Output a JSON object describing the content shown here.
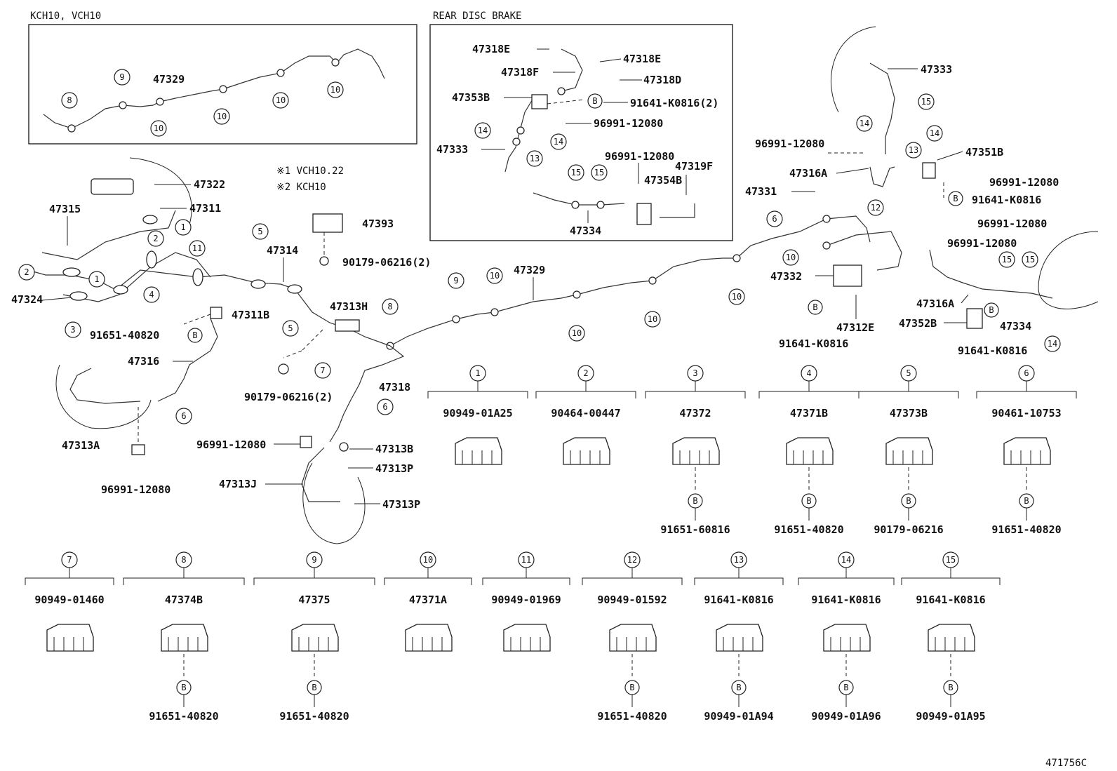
{
  "insets": {
    "kch_vch": "KCH10, VCH10",
    "rear_disc": "REAR DISC BRAKE"
  },
  "notes": {
    "note1": "※1 VCH10.22",
    "note2": "※2 KCH10"
  },
  "part_labels": {
    "p47329_inset": "47329",
    "p47318E_a": "47318E",
    "p47318E_b": "47318E",
    "p47318F": "47318F",
    "p47318D": "47318D",
    "p47353B": "47353B",
    "p91641_K0816_2": "91641-K0816(2)",
    "p96991_12080_r1": "96991-12080",
    "p47333_r": "47333",
    "p96991_12080_r2": "96991-12080",
    "p47319F": "47319F",
    "p47354B": "47354B",
    "p47334_r": "47334",
    "p47333": "47333",
    "p96991_12080_a": "96991-12080",
    "p47351B": "47351B",
    "p47316A_a": "47316A",
    "p96991_12080_b": "96991-12080",
    "p91641_K0816_a": "91641-K0816",
    "p47331": "47331",
    "p96991_12080_c": "96991-12080",
    "p96991_12080_d": "96991-12080",
    "p47332": "47332",
    "p47316A_b": "47316A",
    "p47352B": "47352B",
    "p47334": "47334",
    "p47312E": "47312E",
    "p91641_K0816_b": "91641-K0816",
    "p91641_K0816_c": "91641-K0816",
    "p47322": "47322",
    "p47311": "47311",
    "p47315": "47315",
    "p47324": "47324",
    "p47393": "47393",
    "p90179_06216_2a": "90179-06216(2)",
    "p47314": "47314",
    "p47329": "47329",
    "p47313H": "47313H",
    "p47311B": "47311B",
    "p91651_40820_a": "91651-40820",
    "p47316": "47316",
    "p90179_06216_2b": "90179-06216(2)",
    "p47318": "47318",
    "p47313A": "47313A",
    "p96991_12080_e": "96991-12080",
    "p96991_12080_f": "96991-12080",
    "p47313B": "47313B",
    "p47313P_a": "47313P",
    "p47313J": "47313J",
    "p47313P_b": "47313P"
  },
  "detail_row1": [
    {
      "num": "1",
      "top": "90949-01A25",
      "bottom": ""
    },
    {
      "num": "2",
      "top": "90464-00447",
      "bottom": ""
    },
    {
      "num": "3",
      "top": "47372",
      "bottom": "91651-60816"
    },
    {
      "num": "4",
      "top": "47371B",
      "bottom": "91651-40820"
    },
    {
      "num": "5",
      "top": "47373B",
      "bottom": "90179-06216"
    },
    {
      "num": "6",
      "top": "90461-10753",
      "bottom": "91651-40820"
    }
  ],
  "detail_row2": [
    {
      "num": "7",
      "top": "90949-01460",
      "bottom": ""
    },
    {
      "num": "8",
      "top": "47374B",
      "bottom": "91651-40820"
    },
    {
      "num": "9",
      "top": "47375",
      "bottom": "91651-40820"
    },
    {
      "num": "10",
      "top": "47371A",
      "bottom": ""
    },
    {
      "num": "11",
      "top": "90949-01969",
      "bottom": ""
    },
    {
      "num": "12",
      "top": "90949-01592",
      "bottom": "91651-40820"
    },
    {
      "num": "13",
      "top": "91641-K0816",
      "bottom": "90949-01A94"
    },
    {
      "num": "14",
      "top": "91641-K0816",
      "bottom": "90949-01A96"
    },
    {
      "num": "15",
      "top": "91641-K0816",
      "bottom": "90949-01A95"
    }
  ],
  "callout_b": "B",
  "diagram_id": "471756C"
}
